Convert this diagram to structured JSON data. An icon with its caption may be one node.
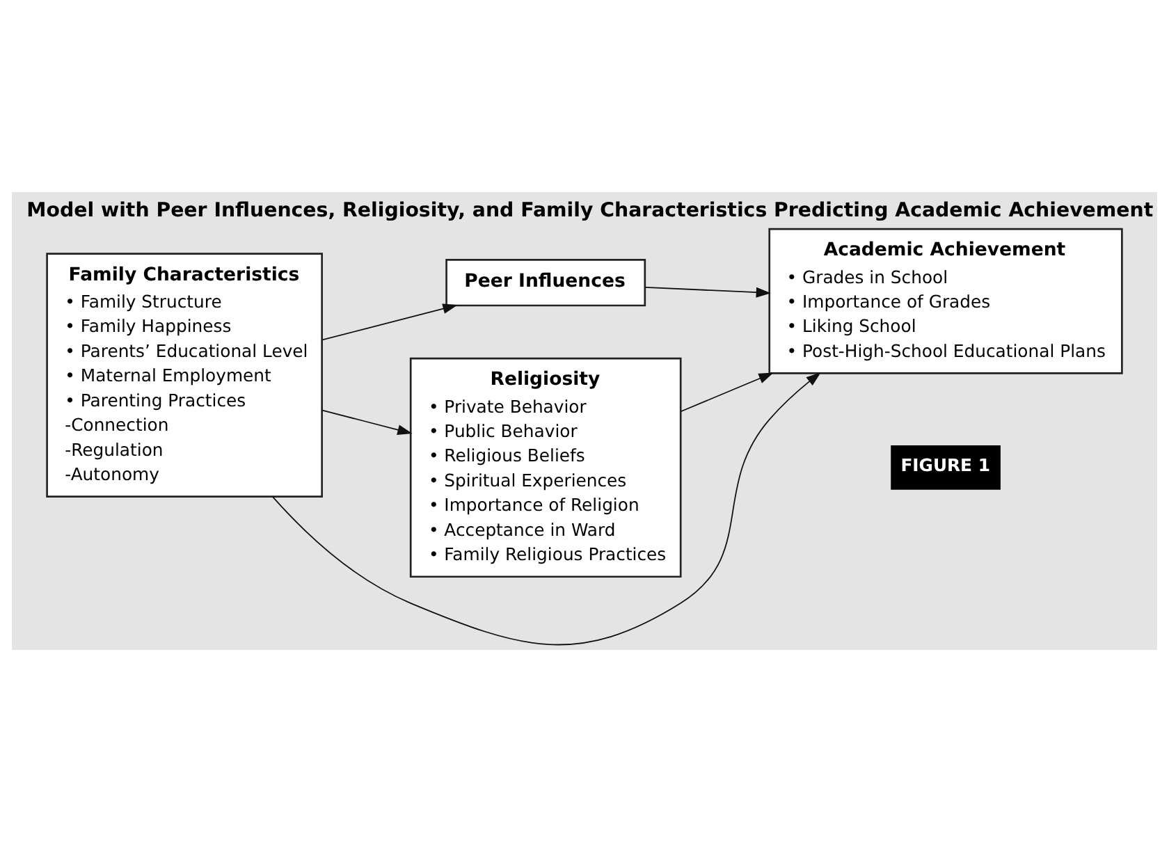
{
  "diagram": {
    "title": "Model with Peer Influences, Religiosity, and Family Characteristics Predicting Academic Achievement",
    "caption": "FIGURE 1",
    "nodes": [
      {
        "text": [
          "Family Characteristics",
          "• Family Structure",
          "• Family Happiness",
          "• Parents’ Educational Level",
          "• Maternal Employment",
          "• Parenting Practices",
          "-Connection",
          "-Regulation",
          "-Autonomy"
        ]
      },
      {
        "text": [
          "Peer Influences"
        ]
      },
      {
        "text": [
          "Religiosity",
          "• Private Behavior",
          "• Public Behavior",
          "• Religious Beliefs",
          "• Spiritual Experiences",
          "• Importance of Religion",
          "• Acceptance in Ward",
          "• Family Religious Practices"
        ]
      },
      {
        "text": [
          "Academic Achievement",
          "• Grades in School",
          "• Importance of Grades",
          "• Liking School",
          "• Post-High-School Educational Plans"
        ]
      }
    ],
    "edges": [
      {
        "from": 0,
        "to": 1,
        "arrow": "to"
      },
      {
        "from": 0,
        "to": 3,
        "arrow": "to"
      },
      {
        "from": 0,
        "to": 2,
        "arrow": "to"
      },
      {
        "from": 1,
        "to": 3,
        "arrow": "to"
      },
      {
        "from": 2,
        "to": 3,
        "arrow": "to"
      }
    ]
  }
}
